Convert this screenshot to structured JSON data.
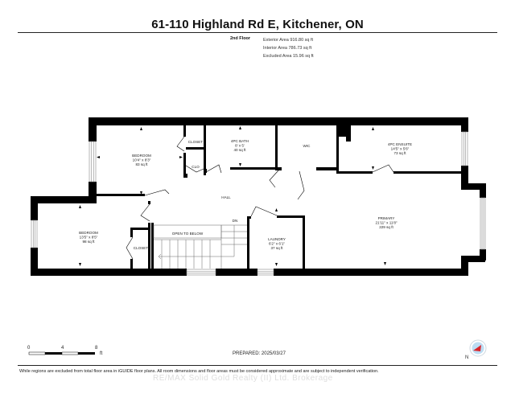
{
  "header": {
    "title": "61-110 Highland Rd E, Kitchener, ON",
    "floor_label": "2nd Floor",
    "exterior_area": "Exterior Area 916.80 sq ft",
    "interior_area": "Interior Area 786.73 sq ft",
    "excluded_area": "Excluded Area 15.96 sq ft"
  },
  "rooms": [
    {
      "name": "BEDROOM",
      "dims": "10'4\" x 8'3\"",
      "area": "83 sq ft"
    },
    {
      "name": "4PC BATH",
      "dims": "8' x 5'",
      "area": "40 sq ft"
    },
    {
      "name": "WIC",
      "dims": "",
      "area": ""
    },
    {
      "name": "4PC ENSUITE",
      "dims": "14'5\" x 5'6\"",
      "area": "73 sq ft"
    },
    {
      "name": "BEDROOM",
      "dims": "13'5\" x 8'5\"",
      "area": "98 sq ft"
    },
    {
      "name": "LAUNDRY",
      "dims": "6'2\" x 6'1\"",
      "area": "37 sq ft"
    },
    {
      "name": "PRIMARY",
      "dims": "21'11\" x 11'8\"",
      "area": "229 sq ft"
    }
  ],
  "labels": {
    "closet_top": "CLOSET",
    "clo": "CLO",
    "hall": "HALL",
    "dn": "DN",
    "open_to_below": "OPEN TO BELOW",
    "closet_left": "CLOSET"
  },
  "scale": {
    "ticks": [
      "0",
      "4",
      "8"
    ],
    "unit": "ft"
  },
  "footer": {
    "prepared": "PREPARED: 2025/03/27",
    "disclaimer": "While regions are excluded from total floor area in iGUIDE floor plans. All room dimensions and floor areas must be considered approximate and are subject to independent verification.",
    "watermark": "RE/MAX Solid Gold Realty (II) Ltd. Brokerage"
  },
  "compass": {
    "icon": "compass-icon",
    "accent": "#d9242b",
    "fill": "#bcdcf2"
  },
  "colors": {
    "wall": "#000000",
    "window": "#999999",
    "background": "#ffffff"
  }
}
